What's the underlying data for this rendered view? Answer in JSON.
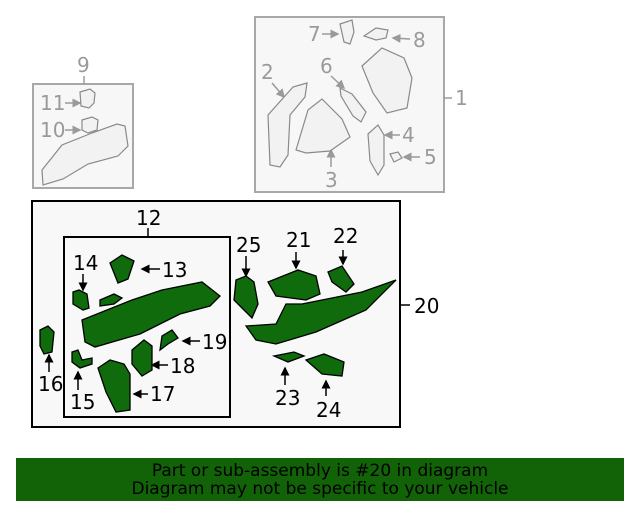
{
  "diagram": {
    "colors": {
      "highlight_fill": "#0f6b0b",
      "highlight_stroke": "#000000",
      "inactive_stroke": "#9a9a9a",
      "inactive_fill": "#f2f2f2",
      "banner_bg": "#126208"
    },
    "groups": [
      {
        "id": "1",
        "label": "1",
        "state": "inactive",
        "children": [
          "2",
          "3",
          "4",
          "5",
          "6",
          "7",
          "8"
        ]
      },
      {
        "id": "9",
        "label": "9",
        "state": "inactive",
        "children": [
          "10",
          "11"
        ]
      },
      {
        "id": "20",
        "label": "20",
        "state": "highlighted",
        "children": [
          "12",
          "16",
          "21",
          "22",
          "23",
          "24",
          "25"
        ]
      },
      {
        "id": "12",
        "label": "12",
        "state": "highlighted",
        "children": [
          "13",
          "14",
          "15",
          "17",
          "18",
          "19"
        ]
      }
    ],
    "callouts": {
      "c1": "1",
      "c2": "2",
      "c3": "3",
      "c4": "4",
      "c5": "5",
      "c6": "6",
      "c7": "7",
      "c8": "8",
      "c9": "9",
      "c10": "10",
      "c11": "11",
      "c12": "12",
      "c13": "13",
      "c14": "14",
      "c15": "15",
      "c16": "16",
      "c17": "17",
      "c18": "18",
      "c19": "19",
      "c20": "20",
      "c21": "21",
      "c22": "22",
      "c23": "23",
      "c24": "24",
      "c25": "25"
    }
  },
  "banner": {
    "line1": "Part or sub-assembly is #20 in diagram",
    "line2": "Diagram may not be specific to your vehicle"
  }
}
